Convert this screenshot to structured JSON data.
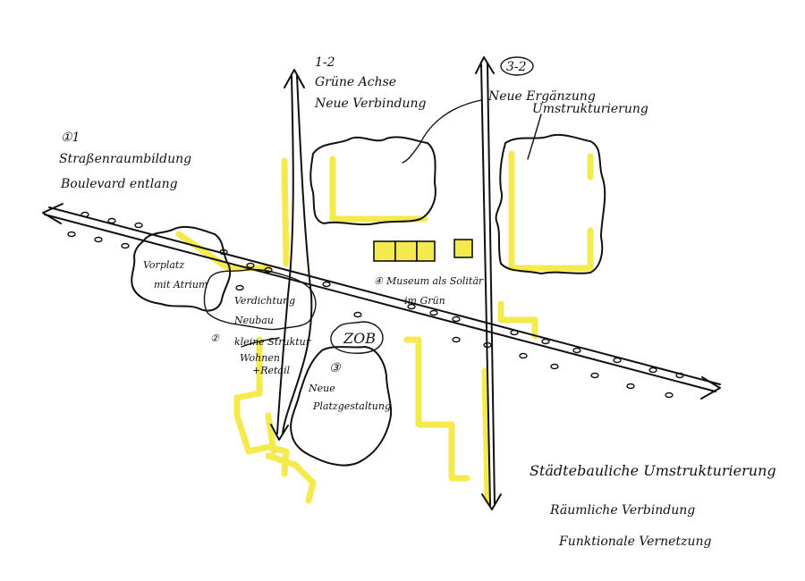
{
  "labels": {
    "l1": {
      "num": "①1",
      "line1": "Straßenraumbildung",
      "line2": "Boulevard entlang"
    },
    "l2": {
      "num": "1-2",
      "line1": "Grüne Achse",
      "line2": "Neue Verbindung"
    },
    "l3": {
      "num": "3-2",
      "line1": "Neue Ergänzung",
      "line2": "Umstrukturierung"
    },
    "vorplatz": {
      "line1": "Vorplatz",
      "line2": "mit Atrium"
    },
    "verdichtung": "Verdichtung",
    "neubau": {
      "line1": "Neubau",
      "line2": "kleine Struktur"
    },
    "num2": "②",
    "wohnen": {
      "line1": "Wohnen",
      "line2": "+Retail"
    },
    "zob": "ZOB",
    "num3": "③",
    "platz": {
      "line1": "Neue",
      "line2": "Platzgestaltung"
    },
    "museum": {
      "num": "④",
      "line1": "Museum als Solitär",
      "line2": "im Grün"
    },
    "summary": {
      "line1": "Städtebauliche Umstrukturierung",
      "line2": "Räumliche Verbindung",
      "line3": "Funktionale Vernetzung"
    }
  },
  "colors": {
    "ink": "#111111",
    "highlight": "#f5ea4d",
    "paper": "#ffffff"
  }
}
